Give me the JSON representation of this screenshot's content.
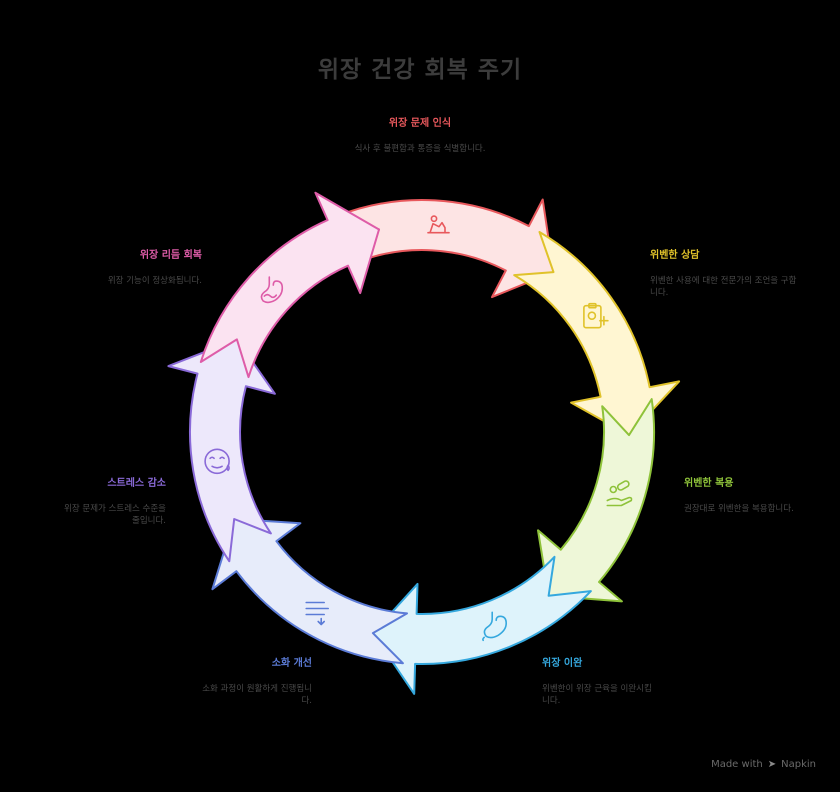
{
  "title": "위장 건강 회복 주기",
  "steps": [
    {
      "label": "위장 문제 인식",
      "desc": "식사 후 불편함과 통증을 식별합니다.",
      "color": "#e8585c",
      "fill": "#fde4e4",
      "icon": "person-pain-icon"
    },
    {
      "label": "위벤한 상담",
      "desc": "위벤한 사용에 대한 전문가의 조언을 구합니다.",
      "color": "#e0c22a",
      "fill": "#fff6d2",
      "icon": "medical-clipboard-icon"
    },
    {
      "label": "위벤한 복용",
      "desc": "권장대로 위벤한을 복용합니다.",
      "color": "#8ec23a",
      "fill": "#eef7d8",
      "icon": "hand-pills-icon"
    },
    {
      "label": "위장 이완",
      "desc": "위벤한이 위장 근육을 이완시킵니다.",
      "color": "#35a8de",
      "fill": "#def3fb",
      "icon": "stomach-icon"
    },
    {
      "label": "소화 개선",
      "desc": "소화 과정이 원활하게 진행됩니다.",
      "color": "#5b7bd6",
      "fill": "#e7ecfa",
      "icon": "digestion-flow-icon"
    },
    {
      "label": "스트레스 감소",
      "desc": "위장 문제가 스트레스 수준을 줄입니다.",
      "color": "#8a6ad8",
      "fill": "#ede8fb",
      "icon": "relaxed-face-icon"
    },
    {
      "label": "위장 리듬 회복",
      "desc": "위장 기능이 정상화됩니다.",
      "color": "#de5ca8",
      "fill": "#fbe3f1",
      "icon": "stomach-rhythm-icon"
    }
  ],
  "brand": {
    "text": "Made with",
    "name": "Napkin"
  }
}
